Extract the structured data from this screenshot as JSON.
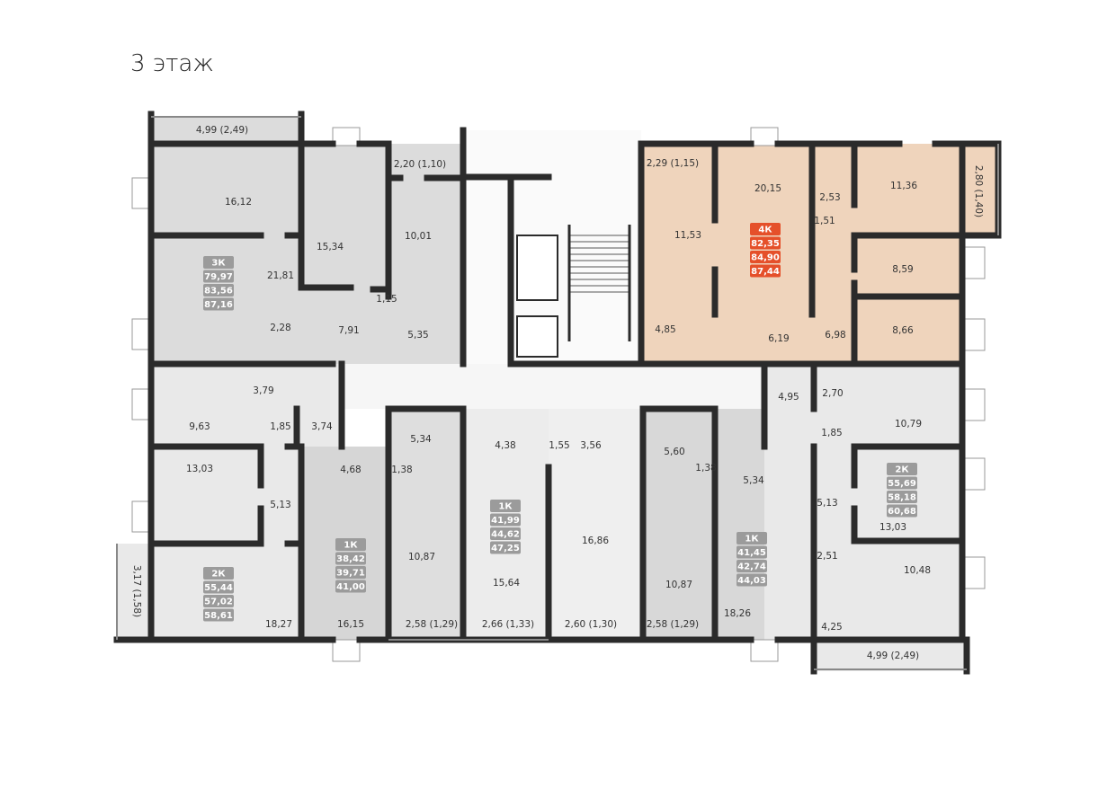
{
  "title": "3 этаж",
  "colors": {
    "selected_apartment_fill": "#efd4bc",
    "selected_badge": "#e5502a",
    "badge": "#9b9b9b",
    "wall": "#2b2b2b"
  },
  "apartments": [
    {
      "type": "3К",
      "areas": [
        "79,97",
        "83,56",
        "87,16"
      ],
      "selected": false,
      "rooms": [
        "4,99 (2,49)",
        "16,12",
        "15,34",
        "2,20 (1,10)",
        "10,01",
        "21,81",
        "1,15",
        "2,28",
        "7,91",
        "5,35"
      ]
    },
    {
      "type": "4К",
      "areas": [
        "82,35",
        "84,90",
        "87,44"
      ],
      "selected": true,
      "rooms": [
        "2,29 (1,15)",
        "20,15",
        "11,53",
        "2,53",
        "1,51",
        "11,36",
        "2,80 (1,40)",
        "8,59",
        "4,85",
        "6,19",
        "6,98",
        "8,66"
      ]
    },
    {
      "type": "2К",
      "areas": [
        "55,44",
        "57,02",
        "58,61"
      ],
      "selected": false,
      "rooms": [
        "3,79",
        "9,63",
        "1,85",
        "3,74",
        "13,03",
        "5,13",
        "3,17 (1,58)",
        "18,27"
      ]
    },
    {
      "type": "1К",
      "areas": [
        "38,42",
        "39,71",
        "41,00"
      ],
      "selected": false,
      "rooms": [
        "5,34",
        "4,68",
        "1,38",
        "10,87",
        "16,15",
        "2,58 (1,29)"
      ]
    },
    {
      "type": "1К",
      "areas": [
        "41,99",
        "44,62",
        "47,25"
      ],
      "selected": false,
      "rooms": [
        "4,38",
        "15,64",
        "2,66 (1,33)"
      ]
    },
    {
      "type": "",
      "areas": [],
      "selected": false,
      "rooms": [
        "1,55",
        "3,56",
        "16,86",
        "2,60 (1,30)"
      ]
    },
    {
      "type": "1К",
      "areas": [
        "41,45",
        "42,74",
        "44,03"
      ],
      "selected": false,
      "rooms": [
        "5,60",
        "1,38",
        "10,87",
        "5,34",
        "18,26",
        "2,58 (1,29)"
      ]
    },
    {
      "type": "2К",
      "areas": [
        "55,69",
        "58,18",
        "60,68"
      ],
      "selected": false,
      "rooms": [
        "4,95",
        "2,70",
        "10,79",
        "1,85",
        "5,13",
        "13,03",
        "2,51",
        "10,48",
        "4,25",
        "4,99 (2,49)"
      ]
    }
  ]
}
